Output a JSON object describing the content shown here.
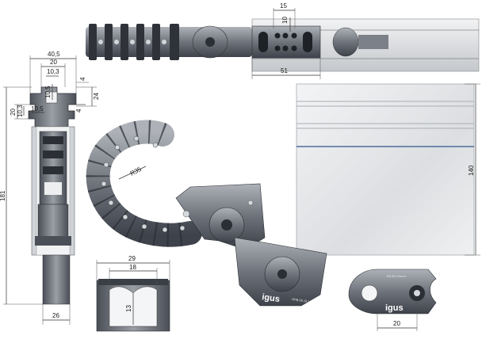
{
  "dimensions": {
    "top_slot_width": "15",
    "top_slot_height": "10",
    "top_offset": "51",
    "profile_width": "40,5",
    "profile_inner_width": "20",
    "profile_slot": "10,3",
    "profile_slot_depth": "10,5",
    "profile_lip": "4",
    "profile_height": "24",
    "profile_left_height": "20",
    "profile_left_inner": "10,3",
    "profile_left_lip": "10,5",
    "profile_small": "4",
    "overall_height": "181",
    "bottom_width": "26",
    "radius": "R35",
    "panel_height": "140",
    "link_outer_width": "29",
    "link_inner_width": "18",
    "link_inner_height": "13",
    "sidelink_width": "20"
  },
  "labels": {
    "brand": "igus",
    "part_number": "HPB.00.15.1",
    "part_number_small": "E8.05.0.6mm"
  },
  "colors": {
    "metal": "#8d9198",
    "metal_dark": "#3a3e45",
    "metal_light": "#c9ccd1",
    "panel": "#e4e6e8"
  }
}
